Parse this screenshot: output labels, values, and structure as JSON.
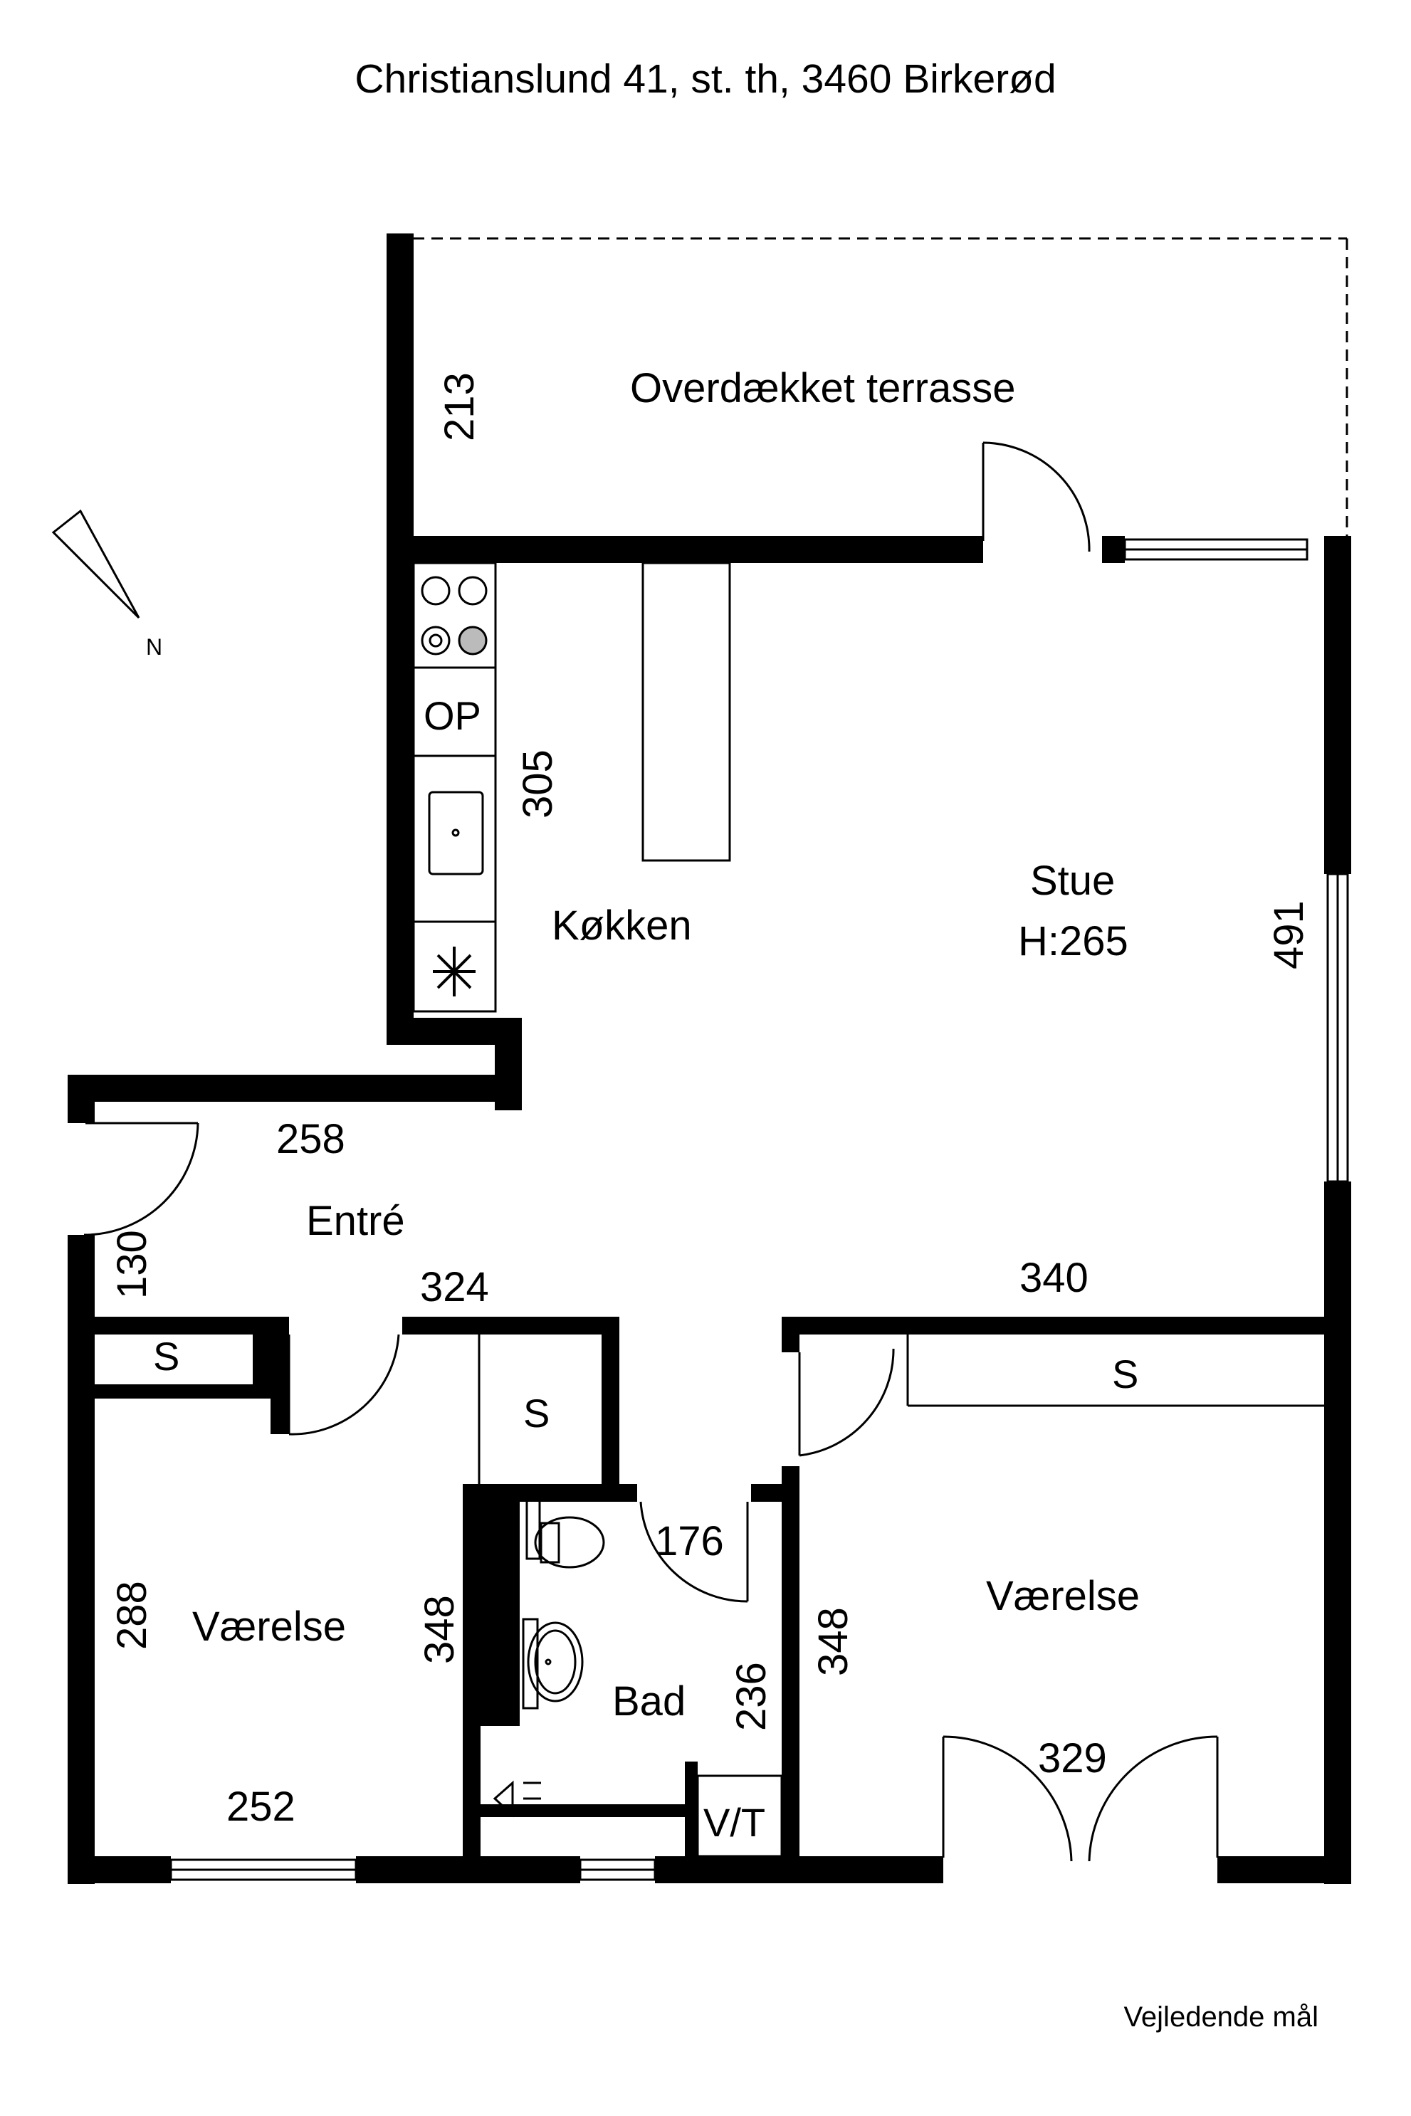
{
  "title": "Christianslund 41, st. th, 3460 Birkerød",
  "note": "Vejledende mål",
  "compass": {
    "label": "N"
  },
  "rooms": {
    "terrace": "Overdækket terrasse",
    "kitchen": "Køkken",
    "living": "Stue",
    "living_height": "H:265",
    "entry": "Entré",
    "bedroom_left": "Værelse",
    "bedroom_right": "Værelse",
    "bath": "Bad"
  },
  "fixtures": {
    "oven": "OP",
    "storage_entry": "S",
    "storage_mid": "S",
    "storage_right": "S",
    "washer_dryer": "V/T"
  },
  "dimensions": {
    "terrace_depth": "213",
    "kitchen_length": "305",
    "living_length": "491",
    "entry_width": "258",
    "entry_depth": "130",
    "hall_width": "324",
    "living_width": "340",
    "bedroom_left_depth": "288",
    "bedroom_left_inner": "348",
    "bedroom_left_width": "252",
    "bath_width": "176",
    "bath_depth": "236",
    "bedroom_right_depth": "348",
    "bedroom_right_door": "329"
  }
}
